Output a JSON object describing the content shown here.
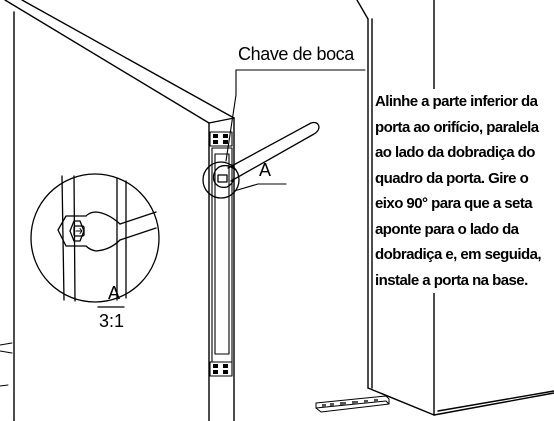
{
  "labels": {
    "tool_name": "Chave de boca",
    "detail_marker": "A",
    "detail_scale_letter": "A",
    "detail_scale_ratio": "3:1"
  },
  "instruction": {
    "lines": [
      "Alinhe a parte inferior da",
      "porta ao orifício, paralela",
      "ao lado da dobradiça do",
      "quadro da porta. Gire o",
      "eixo 90° para que a seta",
      "aponte para o lado da",
      "dobradiça e, em seguida,",
      "instale a porta na base."
    ]
  },
  "colors": {
    "line": "#000000",
    "background": "#ffffff",
    "shade": "#555555"
  }
}
